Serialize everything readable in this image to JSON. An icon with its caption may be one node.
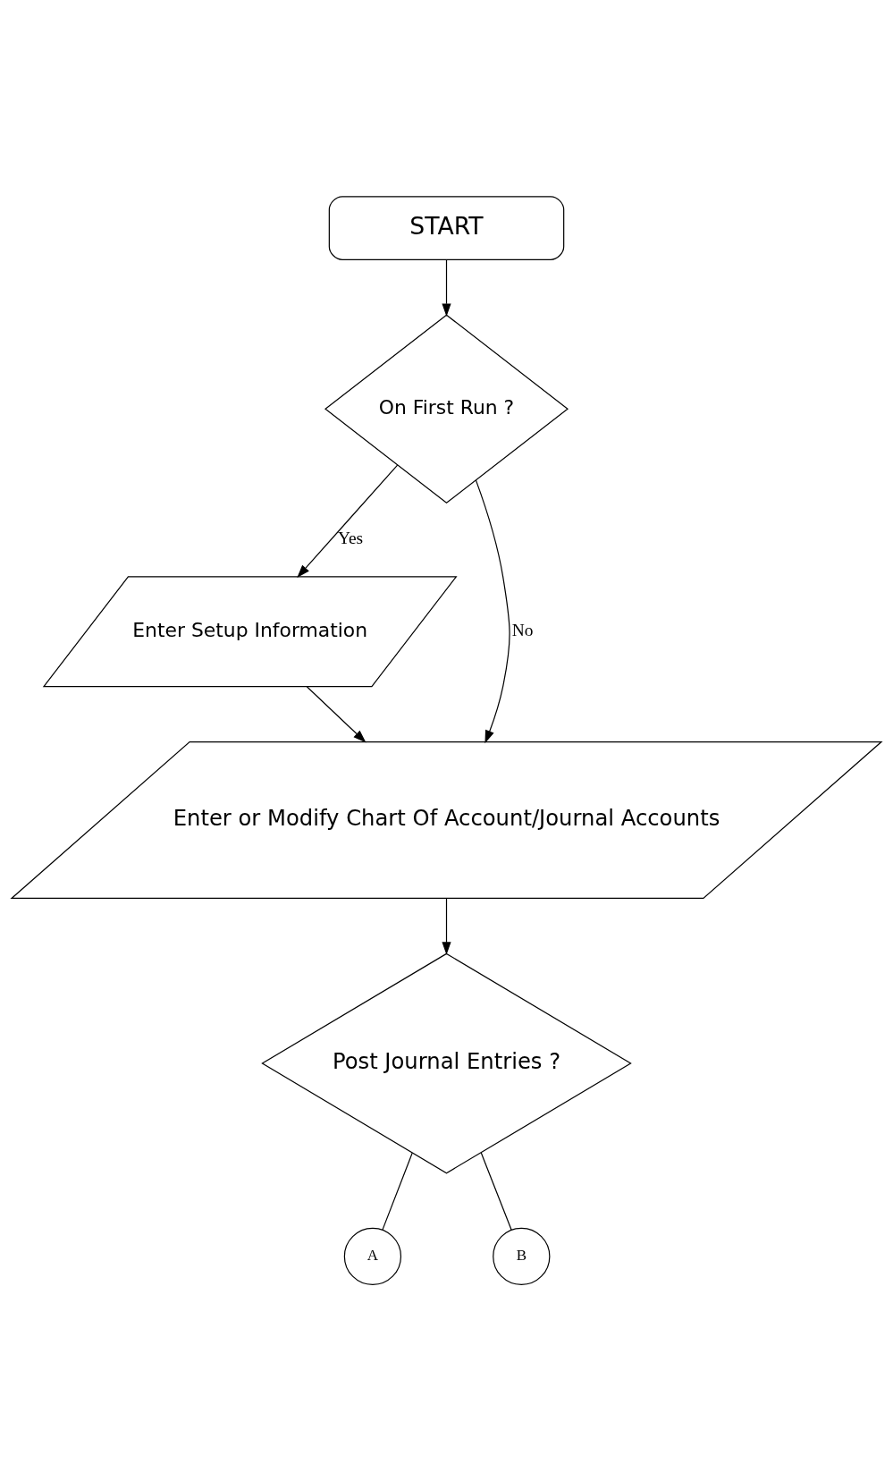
{
  "diagram": {
    "nodes": [
      {
        "text": [
          "START"
        ]
      },
      {
        "text": [
          "On First Run ?"
        ]
      },
      {
        "text": [
          "Enter Setup Information"
        ]
      },
      {
        "text": [
          "Enter or Modify Chart Of Account/Journal Accounts"
        ]
      },
      {
        "text": [
          "Post Journal Entries ?"
        ]
      },
      {
        "text": [
          "A"
        ]
      },
      {
        "text": [
          "B"
        ]
      }
    ],
    "edges": [
      {
        "from": 0,
        "to": 1,
        "arrow": "to"
      },
      {
        "from": 1,
        "to": 2,
        "arrow": "to",
        "label": "Yes"
      },
      {
        "from": 1,
        "to": 3,
        "arrow": "to",
        "label": "No"
      },
      {
        "from": 2,
        "to": 3,
        "arrow": "to"
      },
      {
        "from": 3,
        "to": 4,
        "arrow": "to"
      },
      {
        "from": 4,
        "to": 5,
        "arrow": "none"
      },
      {
        "from": 4,
        "to": 6,
        "arrow": "none"
      }
    ]
  }
}
